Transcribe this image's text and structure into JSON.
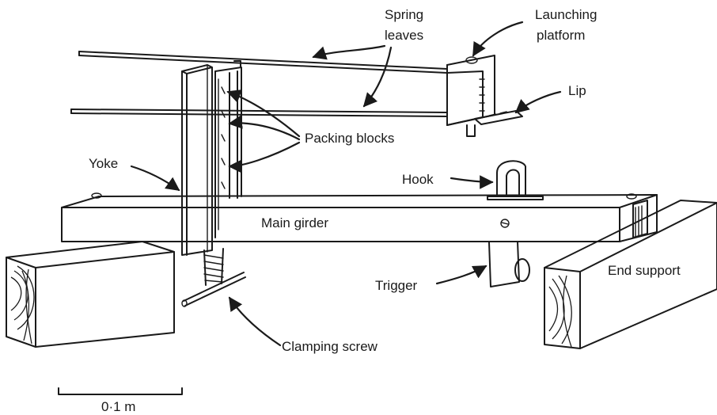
{
  "labels": {
    "spring_leaves_1": "Spring",
    "spring_leaves_2": "leaves",
    "launching_platform_1": "Launching",
    "launching_platform_2": "platform",
    "lip": "Lip",
    "packing_blocks": "Packing blocks",
    "yoke": "Yoke",
    "hook": "Hook",
    "main_girder": "Main girder",
    "trigger": "Trigger",
    "end_support": "End support",
    "clamping_screw": "Clamping screw",
    "scale": "0·1 m"
  },
  "colors": {
    "ink": "#1a1a1a",
    "background": "#ffffff"
  }
}
